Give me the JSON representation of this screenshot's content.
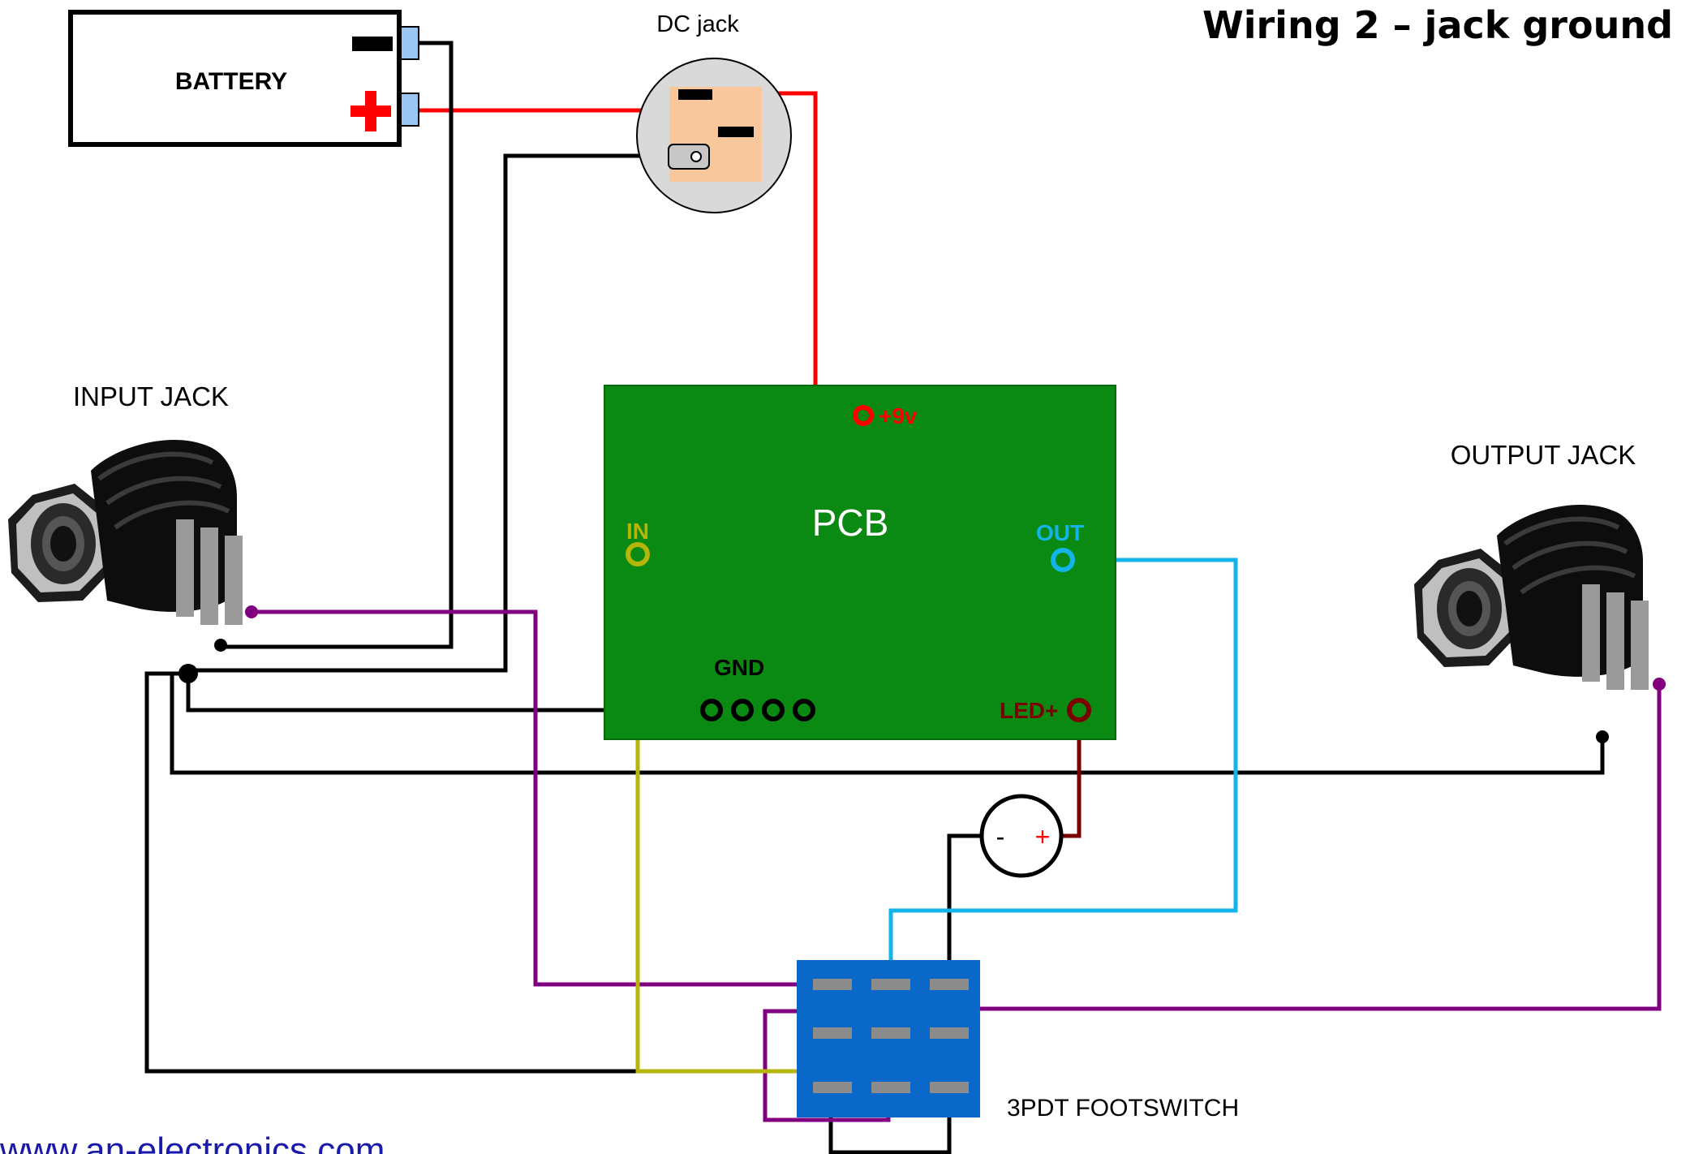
{
  "title": "Wiring 2 – jack ground",
  "website": "www.an-electronics.com",
  "battery": {
    "label": "BATTERY",
    "negative_symbol": "–",
    "positive_symbol": "+"
  },
  "dc_jack": {
    "label": "DC jack"
  },
  "input_jack": {
    "label": "INPUT JACK"
  },
  "output_jack": {
    "label": "OUTPUT JACK"
  },
  "pcb": {
    "label": "PCB",
    "pads": {
      "power": "+9v",
      "input": "IN",
      "output": "OUT",
      "ground": "GND",
      "led": "LED+"
    }
  },
  "led": {
    "minus": "-",
    "plus": "+"
  },
  "footswitch": {
    "label": "3PDT FOOTSWITCH"
  },
  "colors": {
    "pcb_green": "#0a8a12",
    "wire_red": "#ff0000",
    "wire_black": "#000000",
    "wire_purple": "#800080",
    "wire_yellow": "#b5b50a",
    "wire_cyan": "#12b4ea",
    "wire_led": "#7a0000",
    "footswitch_blue": "#0a68c8",
    "battery_terminal": "#9cc6f2",
    "dc_jack_pad": "#f9c79c",
    "title_text": "#000000",
    "website_text": "#1a1aaa"
  }
}
